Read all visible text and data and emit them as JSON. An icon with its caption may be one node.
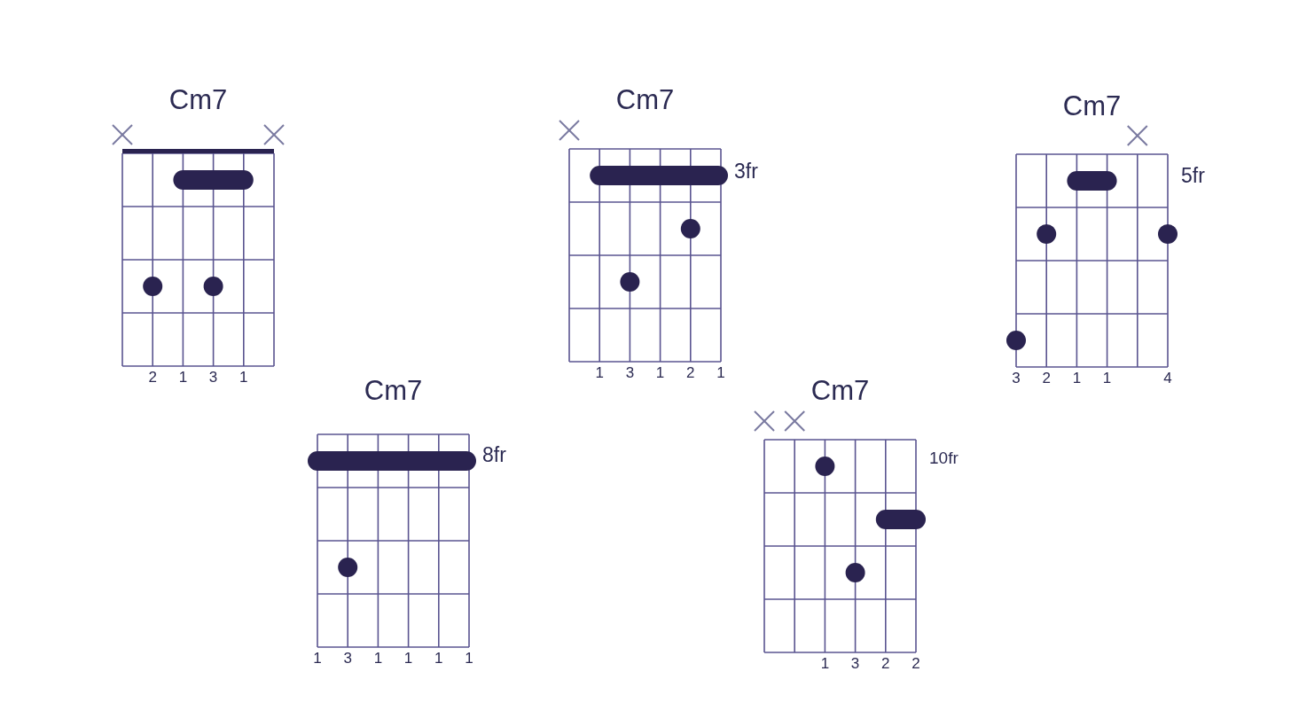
{
  "diagram": {
    "nodes": [
      {
        "text": [
          "Cm7"
        ],
        "beside": [
          "2",
          "1",
          "3",
          "1"
        ]
      },
      {
        "text": [
          "Cm7"
        ],
        "beside": [
          "3fr",
          "1",
          "3",
          "1",
          "2",
          "1"
        ]
      },
      {
        "text": [
          "Cm7"
        ],
        "beside": [
          "5fr",
          "3",
          "2",
          "1",
          "1",
          "4"
        ]
      },
      {
        "text": [
          "Cm7"
        ],
        "beside": [
          "8fr",
          "1",
          "3",
          "1",
          "1",
          "1",
          "1"
        ]
      },
      {
        "text": [
          "Cm7"
        ],
        "beside": [
          "10fr",
          "1",
          "3",
          "2",
          "2"
        ]
      }
    ]
  }
}
